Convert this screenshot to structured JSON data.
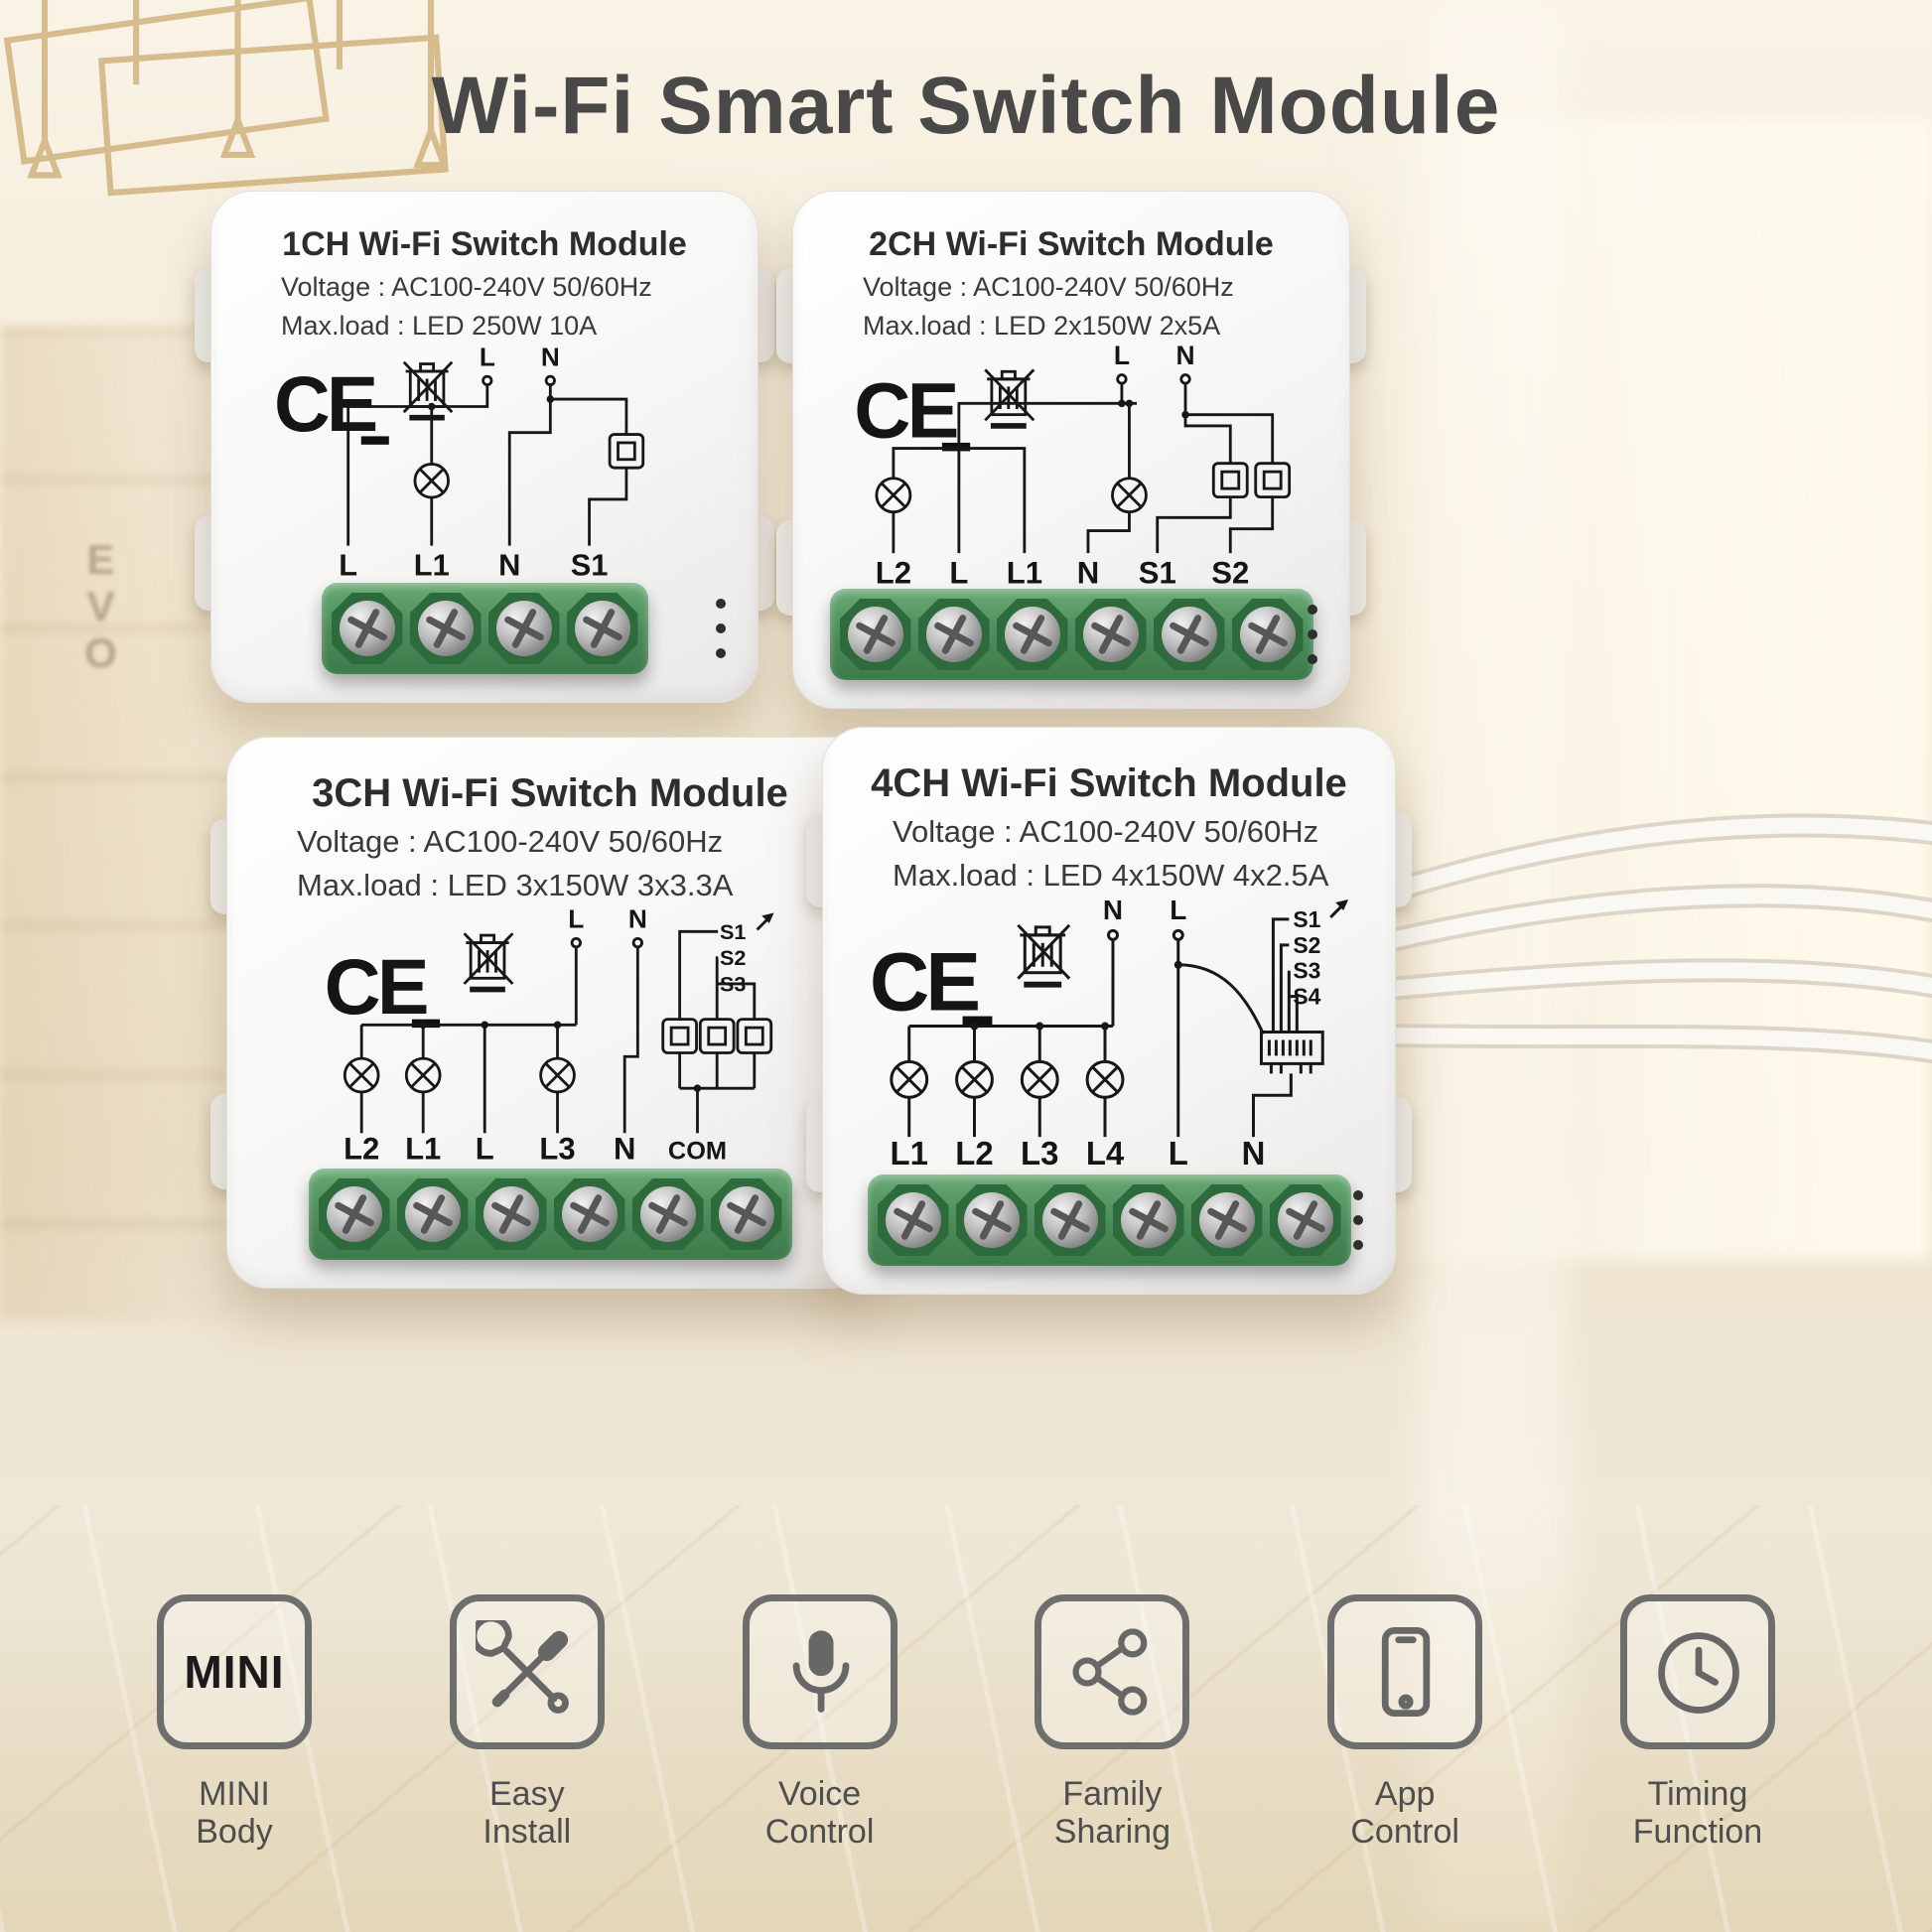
{
  "page": {
    "title": "Wi-Fi Smart Switch Module"
  },
  "background": {
    "shelf_text": "EVO"
  },
  "modules": [
    {
      "name": "1CH Wi-Fi Switch Module",
      "voltage": "Voltage : AC100-240V 50/60Hz",
      "max_load": "Max.load : LED 250W  10A",
      "ce_mark": "CE",
      "top_terminals": [
        "L",
        "N"
      ],
      "bottom_terminals": [
        "L",
        "L1",
        "N",
        "S1"
      ],
      "switch_terminals": []
    },
    {
      "name": "2CH Wi-Fi Switch Module",
      "voltage": "Voltage : AC100-240V 50/60Hz",
      "max_load": "Max.load : LED 2x150W  2x5A",
      "ce_mark": "CE",
      "top_terminals": [
        "L",
        "N"
      ],
      "bottom_terminals": [
        "L2",
        "L",
        "L1",
        "N",
        "S1",
        "S2"
      ],
      "switch_terminals": []
    },
    {
      "name": "3CH Wi-Fi Switch Module",
      "voltage": "Voltage : AC100-240V 50/60Hz",
      "max_load": "Max.load : LED 3x150W  3x3.3A",
      "ce_mark": "CE",
      "top_terminals": [
        "L",
        "N"
      ],
      "bottom_terminals": [
        "L2",
        "L1",
        "L",
        "L3",
        "N",
        "COM"
      ],
      "switch_terminals": [
        "S1",
        "S2",
        "S3"
      ]
    },
    {
      "name": "4CH Wi-Fi Switch Module",
      "voltage": "Voltage : AC100-240V 50/60Hz",
      "max_load": "Max.load : LED 4x150W  4x2.5A",
      "ce_mark": "CE",
      "top_terminals": [
        "N",
        "L"
      ],
      "bottom_terminals": [
        "L1",
        "L2",
        "L3",
        "L4",
        "L",
        "N"
      ],
      "switch_terminals": [
        "S1",
        "S2",
        "S3",
        "S4"
      ]
    }
  ],
  "features": [
    {
      "icon": "mini-icon",
      "badge": "MINI",
      "label": [
        "MINI",
        "Body"
      ]
    },
    {
      "icon": "tools-icon",
      "label": [
        "Easy",
        "Install"
      ]
    },
    {
      "icon": "microphone-icon",
      "label": [
        "Voice",
        "Control"
      ]
    },
    {
      "icon": "family-sharing-icon",
      "label": [
        "Family",
        "Sharing"
      ]
    },
    {
      "icon": "app-control-icon",
      "label": [
        "App",
        "Control"
      ]
    },
    {
      "icon": "timing-icon",
      "label": [
        "Timing",
        "Function"
      ]
    }
  ]
}
